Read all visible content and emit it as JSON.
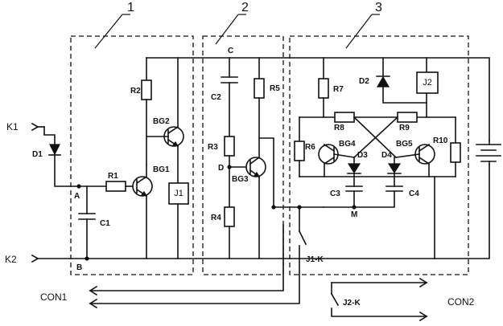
{
  "blocks": {
    "b1": "1",
    "b2": "2",
    "b3": "3"
  },
  "terminals": {
    "k1": "K1",
    "k2": "K2"
  },
  "nodes": {
    "a": "A",
    "b": "B",
    "c": "C",
    "d": "D",
    "m": "M"
  },
  "components": {
    "d1": "D1",
    "r1": "R1",
    "c1": "C1",
    "bg1": "BG1",
    "r2": "R2",
    "bg2": "BG2",
    "j1": "J1",
    "c2": "C2",
    "r3": "R3",
    "r4": "R4",
    "r5": "R5",
    "bg3": "BG3",
    "r6": "R6",
    "r7": "R7",
    "r8": "R8",
    "r9": "R9",
    "r10": "R10",
    "bg4": "BG4",
    "bg5": "BG5",
    "d2": "D2",
    "d3": "D3",
    "d4": "D4",
    "c3": "C3",
    "c4": "C4",
    "j2": "J2",
    "j1k": "J1-K",
    "j2k": "J2-K"
  },
  "outputs": {
    "con1": "CON1",
    "con2": "CON2"
  }
}
